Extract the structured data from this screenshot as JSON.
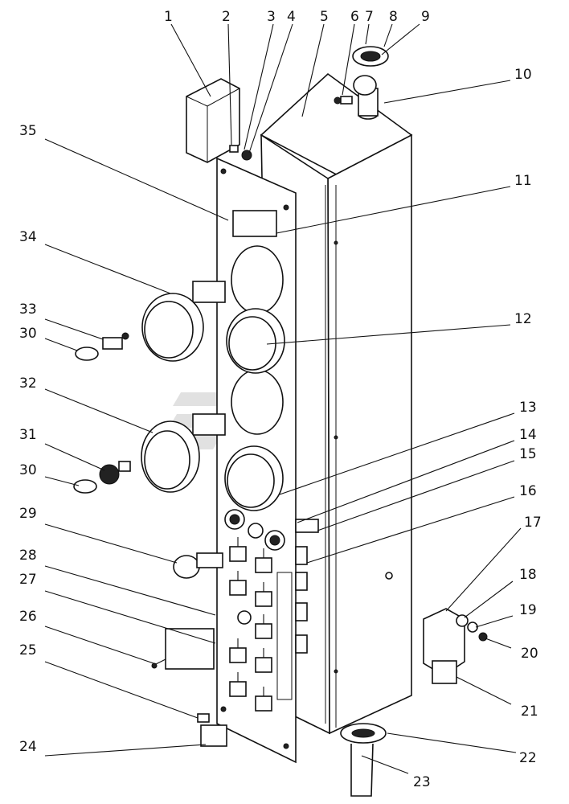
{
  "callouts": [
    {
      "id": "1",
      "label": "1"
    },
    {
      "id": "2",
      "label": "2"
    },
    {
      "id": "3",
      "label": "3"
    },
    {
      "id": "4",
      "label": "4"
    },
    {
      "id": "5",
      "label": "5"
    },
    {
      "id": "6",
      "label": "6"
    },
    {
      "id": "7",
      "label": "7"
    },
    {
      "id": "8",
      "label": "8"
    },
    {
      "id": "9",
      "label": "9"
    },
    {
      "id": "10",
      "label": "10"
    },
    {
      "id": "11",
      "label": "11"
    },
    {
      "id": "12",
      "label": "12"
    },
    {
      "id": "13",
      "label": "13"
    },
    {
      "id": "14",
      "label": "14"
    },
    {
      "id": "15",
      "label": "15"
    },
    {
      "id": "16",
      "label": "16"
    },
    {
      "id": "17",
      "label": "17"
    },
    {
      "id": "18",
      "label": "18"
    },
    {
      "id": "19",
      "label": "19"
    },
    {
      "id": "20",
      "label": "20"
    },
    {
      "id": "21",
      "label": "21"
    },
    {
      "id": "22",
      "label": "22"
    },
    {
      "id": "23",
      "label": "23"
    },
    {
      "id": "24",
      "label": "24"
    },
    {
      "id": "25",
      "label": "25"
    },
    {
      "id": "26",
      "label": "26"
    },
    {
      "id": "27",
      "label": "27"
    },
    {
      "id": "28",
      "label": "28"
    },
    {
      "id": "29",
      "label": "29"
    },
    {
      "id": "30a",
      "label": "30"
    },
    {
      "id": "30b",
      "label": "30"
    },
    {
      "id": "31",
      "label": "31"
    },
    {
      "id": "32",
      "label": "32"
    },
    {
      "id": "33",
      "label": "33"
    },
    {
      "id": "34",
      "label": "34"
    },
    {
      "id": "35",
      "label": "35"
    }
  ]
}
